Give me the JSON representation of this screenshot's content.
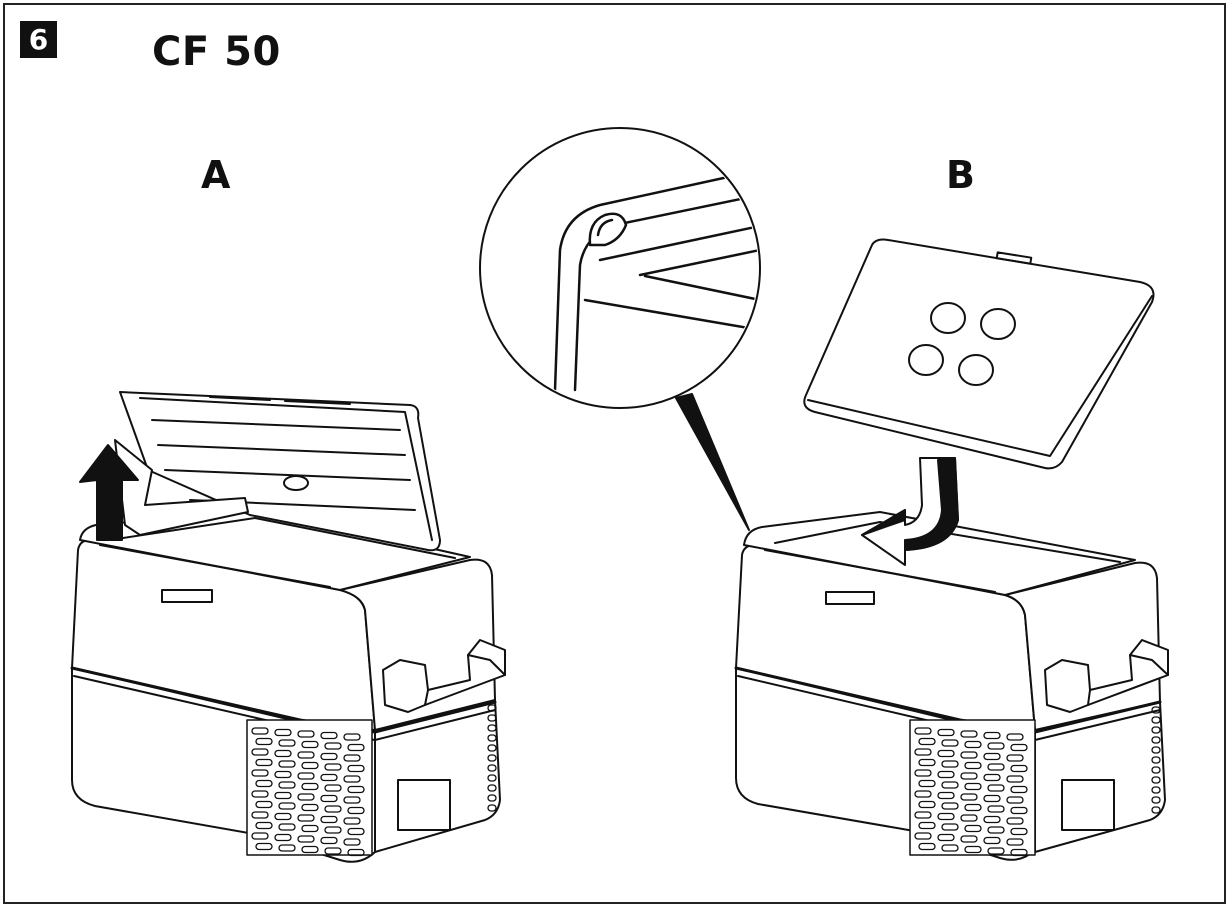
{
  "figure": {
    "number": "6",
    "model": "CF 50"
  },
  "panels": [
    {
      "label": "A"
    },
    {
      "label": "B"
    }
  ],
  "colors": {
    "ink": "#111111",
    "paper": "#ffffff"
  }
}
